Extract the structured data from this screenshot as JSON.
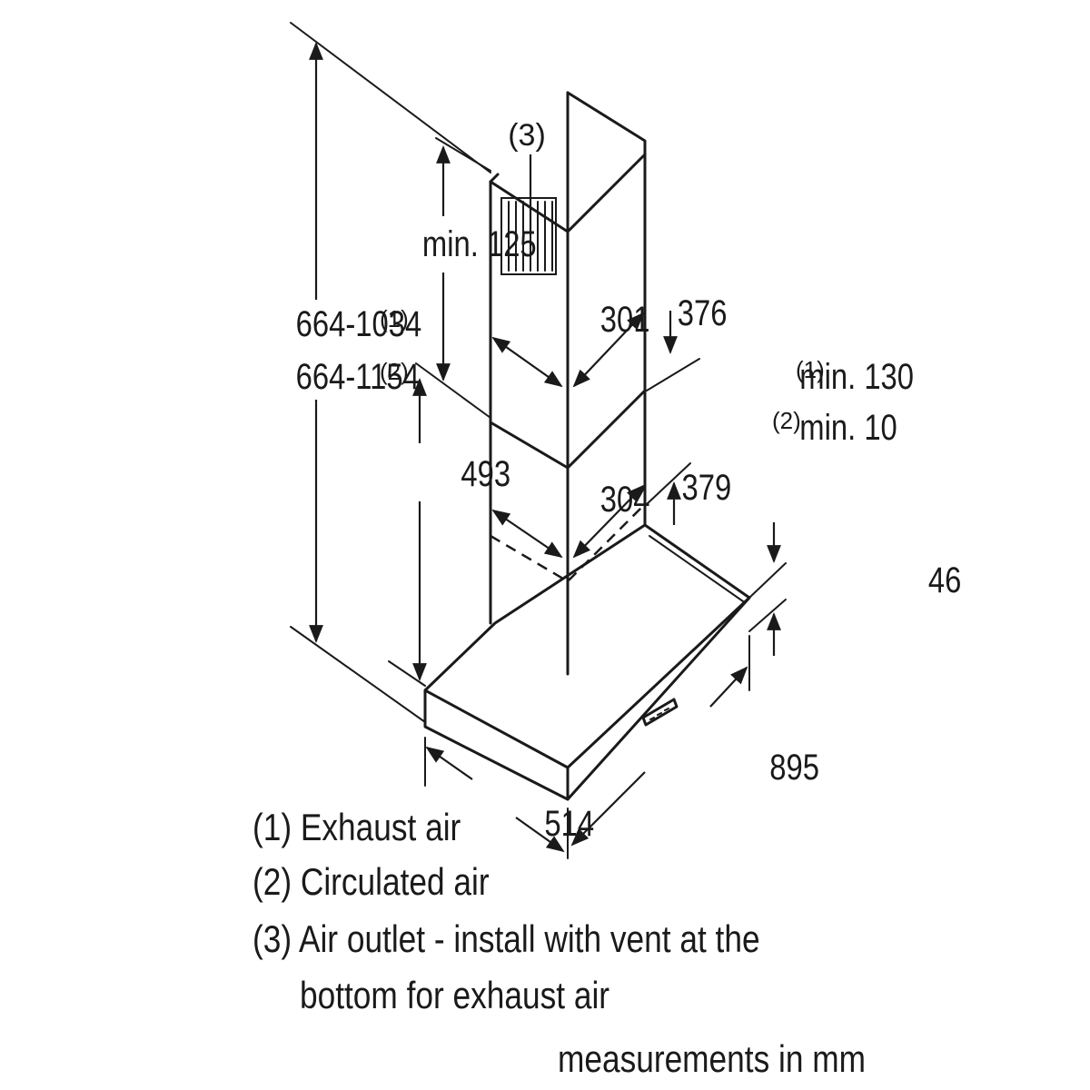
{
  "dimensions": {
    "total_height_exhaust": "664-1034",
    "total_height_exhaust_note": "(1)",
    "total_height_circulated": "664-1154",
    "total_height_circulated_note": "(2)",
    "min_top": "min. 125",
    "lower_height": "493",
    "upper_chimney_depth": "301",
    "upper_chimney_width": "376",
    "lower_chimney_depth": "304",
    "lower_chimney_width": "379",
    "overlap_exhaust": "min. 130",
    "overlap_exhaust_note": "(1)",
    "overlap_circulated": "min. 10",
    "overlap_circulated_note": "(2)",
    "hood_thickness": "46",
    "hood_width": "895",
    "hood_depth": "514",
    "air_outlet_marker": "(3)"
  },
  "legend": {
    "item1": "(1) Exhaust air",
    "item2": "(2) Circulated air",
    "item3_line1": "(3) Air outlet - install with vent at the",
    "item3_line2": "bottom for exhaust air",
    "units": "measurements in mm"
  }
}
